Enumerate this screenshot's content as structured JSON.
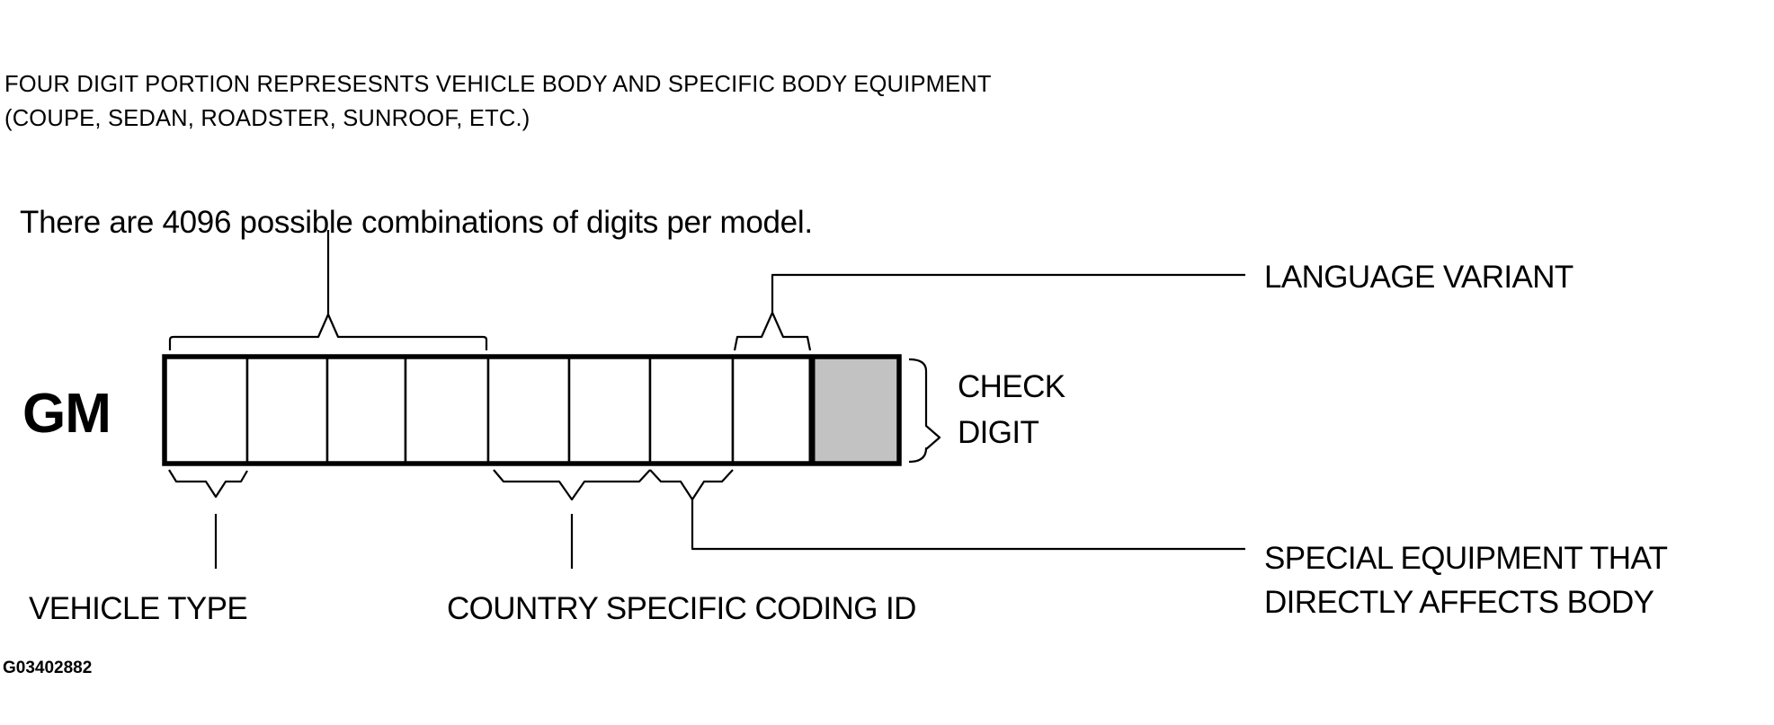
{
  "header": {
    "line1": "FOUR DIGIT PORTION REPRESESNTS VEHICLE BODY AND SPECIFIC BODY EQUIPMENT",
    "line2": "(COUPE, SEDAN, ROADSTER, SUNROOF, ETC.)"
  },
  "subtitle": "There are 4096 possible combinations of digits per model.",
  "diagram": {
    "prefix": "GM",
    "digit_count": 9,
    "labels": {
      "language_variant": "LANGUAGE VARIANT",
      "check_digit_line1": "CHECK",
      "check_digit_line2": "DIGIT",
      "vehicle_type": "VEHICLE TYPE",
      "country_coding": "COUNTRY SPECIFIC CODING ID",
      "special_equipment_line1": "SPECIAL EQUIPMENT THAT",
      "special_equipment_line2": "DIRECTLY AFFECTS BODY"
    }
  },
  "figure_id": "G03402882",
  "colors": {
    "ink": "#000000",
    "check_digit_fill": "#c2c2c2",
    "background": "#ffffff"
  }
}
